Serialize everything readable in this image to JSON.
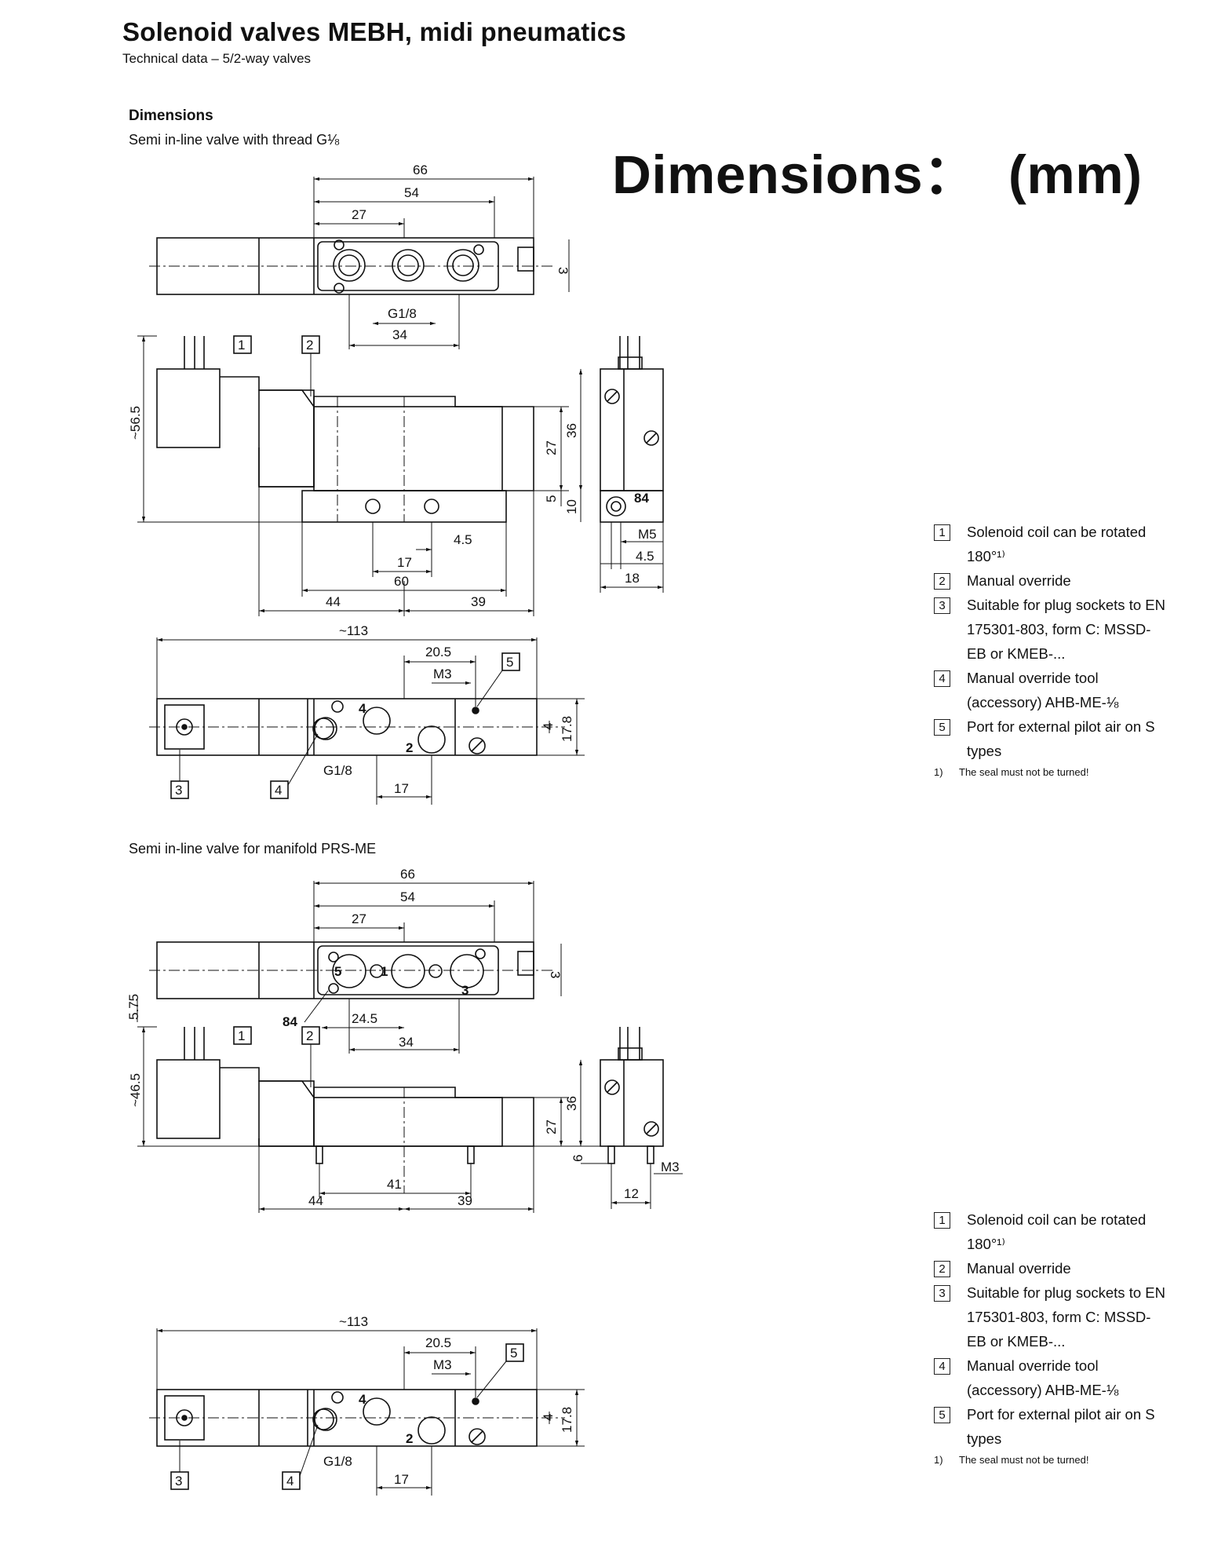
{
  "header": {
    "title": "Solenoid valves MEBH, midi pneumatics",
    "subtitle": "Technical data – 5/2-way valves",
    "section_heading": "Dimensions",
    "overlay_label": "Dimensions：  (mm)"
  },
  "drawing1": {
    "caption": "Semi in-line valve with thread G⅛",
    "top_view": {
      "d66": "66",
      "d54": "54",
      "d27": "27",
      "d3": "3",
      "port": "G1/8",
      "d34": "34"
    },
    "front_view": {
      "c1": "1",
      "c2": "2",
      "h565": "~56.5",
      "d36": "36",
      "d27": "27",
      "d5": "5",
      "d10": "10",
      "d45": "4.5",
      "d17": "17",
      "d60": "60",
      "d44": "44",
      "d39": "39"
    },
    "side_view": {
      "label84": "84",
      "m5": "M5",
      "d45": "4.5",
      "d18": "18"
    },
    "bottom_view": {
      "d113": "~113",
      "d205": "20.5",
      "m3": "M3",
      "c5": "5",
      "c3": "3",
      "c4": "4",
      "port4": "4",
      "port2": "2",
      "port": "G1/8",
      "d17": "17",
      "d4": "4",
      "d178": "17.8"
    }
  },
  "drawing2": {
    "caption": "Semi in-line valve for manifold PRS-ME",
    "top_view": {
      "d66": "66",
      "d54": "54",
      "d27": "27",
      "d3": "3",
      "d575": "5.75",
      "label84": "84",
      "d245": "24.5",
      "d34": "34",
      "p5": "5",
      "p1": "1",
      "p3": "3"
    },
    "front_view": {
      "c1": "1",
      "c2": "2",
      "h465": "~46.5",
      "d36": "36",
      "d27": "27",
      "d41": "41",
      "d44": "44",
      "d39": "39"
    },
    "side_view": {
      "d6": "6",
      "m3": "M3",
      "d12": "12"
    },
    "bottom_view": {
      "d113": "~113",
      "d205": "20.5",
      "m3": "M3",
      "c5": "5",
      "c3": "3",
      "c4": "4",
      "port4": "4",
      "port2": "2",
      "port": "G1/8",
      "d17": "17",
      "d4": "4",
      "d178": "17.8"
    }
  },
  "notes1": {
    "items": [
      {
        "num": "1",
        "text": "Solenoid coil can be rotated 180°¹⁾"
      },
      {
        "num": "2",
        "text": "Manual override"
      },
      {
        "num": "3",
        "text": "Suitable for plug sockets to EN 175301-803, form C: MSSD-EB or KMEB-..."
      },
      {
        "num": "4",
        "text": "Manual override tool (accessory) AHB-ME-⅛"
      },
      {
        "num": "5",
        "text": "Port for external pilot air on S types"
      }
    ],
    "footnote_mark": "1)",
    "footnote": "The seal must not be turned!"
  },
  "notes2": {
    "items": [
      {
        "num": "1",
        "text": "Solenoid coil can be rotated 180°¹⁾"
      },
      {
        "num": "2",
        "text": "Manual override"
      },
      {
        "num": "3",
        "text": "Suitable for plug sockets to EN 175301-803, form C: MSSD-EB or KMEB-..."
      },
      {
        "num": "4",
        "text": "Manual override tool (accessory) AHB-ME-⅛"
      },
      {
        "num": "5",
        "text": "Port for external pilot air on S types"
      }
    ],
    "footnote_mark": "1)",
    "footnote": "The seal must not be turned!"
  }
}
